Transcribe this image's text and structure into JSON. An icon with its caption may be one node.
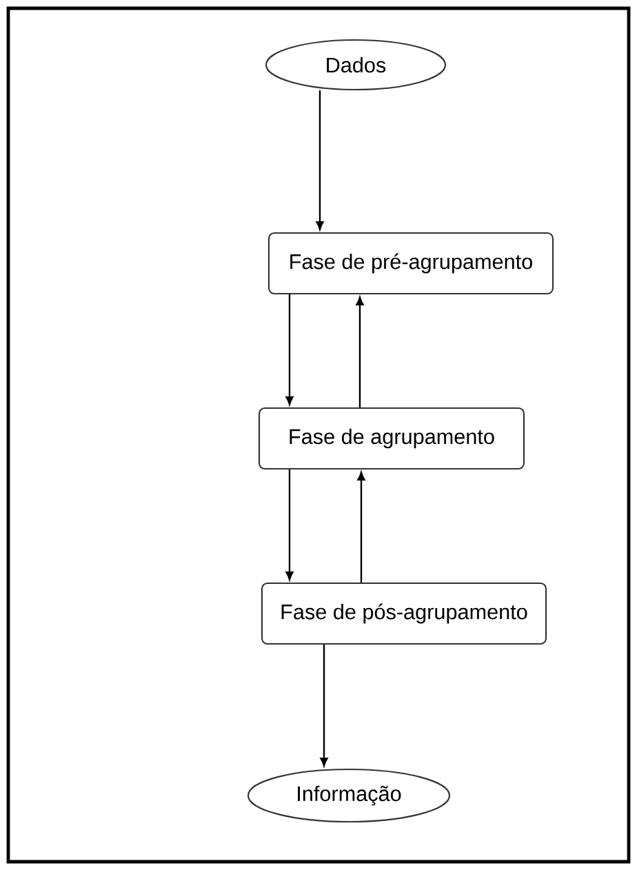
{
  "diagram": {
    "nodes": [
      {
        "text": [
          "Dados"
        ]
      },
      {
        "text": [
          "Fase de pré-agrupamento"
        ]
      },
      {
        "text": [
          "Fase de agrupamento"
        ]
      },
      {
        "text": [
          "Fase de pós-agrupamento"
        ]
      },
      {
        "text": [
          "Informação"
        ]
      }
    ],
    "edges": [
      {
        "from": 0,
        "to": 1,
        "arrow": "to"
      },
      {
        "from": 1,
        "to": 2,
        "arrow": "to"
      },
      {
        "from": 2,
        "to": 1,
        "arrow": "to"
      },
      {
        "from": 2,
        "to": 3,
        "arrow": "to"
      },
      {
        "from": 3,
        "to": 2,
        "arrow": "to"
      },
      {
        "from": 3,
        "to": 4,
        "arrow": "to"
      }
    ]
  }
}
